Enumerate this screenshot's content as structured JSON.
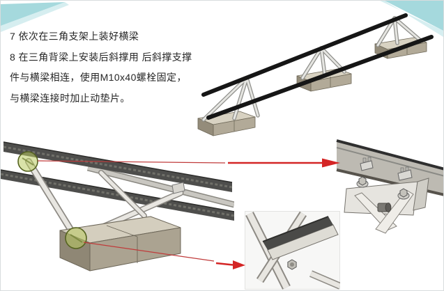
{
  "instructions": {
    "lines": [
      "7 依次在三角支架上装好横梁",
      "8 在三角背梁上安装后斜撑用 后斜撑支撑",
      "件与横梁相连，使用M10x40螺栓固定，",
      "与横梁连接时加止动垫片。"
    ]
  },
  "figures": {
    "overview": "triangular-supports-with-two-black-crossbeams-3d",
    "closeup": "triangle-support-joint-closeup-with-green-highlights",
    "detail_top": "rear-brace-support-to-crossbeam-bolted-connection",
    "detail_bottom": "crossbeam-plate-bolt-connection"
  },
  "colors": {
    "background": "#ffffff",
    "accent_teal": "#a5d9dd",
    "accent_teal_light": "#d6eef0",
    "callout_red": "#d42525",
    "callout_red_thin": "#c03a3a",
    "highlight_green": "#55631f",
    "rail_black": "#161616",
    "concrete_tan": "#b2aa98",
    "text": "#262626"
  }
}
